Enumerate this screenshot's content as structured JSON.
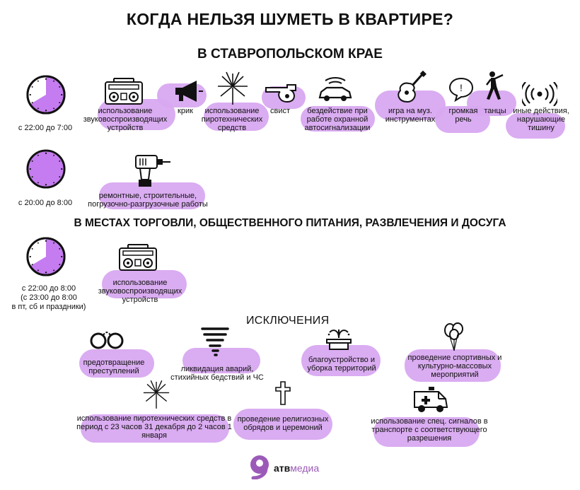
{
  "title": "КОГДА НЕЛЬЗЯ ШУМЕТЬ В КВАРТИРЕ?",
  "region": "В СТАВРОПОЛЬСКОМ КРАЕ",
  "rows": {
    "night": {
      "time": "с 22:00 до 7:00",
      "items": [
        {
          "label": "использование звуковоспроизводящих устройств",
          "icon": "boombox-icon"
        },
        {
          "label": "крик",
          "icon": "megaphone-icon"
        },
        {
          "label": "использование пиротехнических средств",
          "icon": "fireworks-icon"
        },
        {
          "label": "свист",
          "icon": "whistle-icon"
        },
        {
          "label": "бездействие при работе охранной автосигнализации",
          "icon": "car-alarm-icon"
        },
        {
          "label": "игра на муз. инструментах",
          "icon": "guitar-icon"
        },
        {
          "label": "громкая речь",
          "icon": "speech-bubble-icon"
        },
        {
          "label": "танцы",
          "icon": "dancer-icon"
        },
        {
          "label": "иные действия, нарушающие тишину",
          "icon": "signal-icon"
        }
      ]
    },
    "repair": {
      "time": "с 20:00 до 8:00",
      "label": "ремонтные, строительные, погрузочно-разгрузочные работы",
      "icon": "drill-icon"
    },
    "public": {
      "heading": "В МЕСТАХ ТОРГОВЛИ, ОБЩЕСТВЕННОГО ПИТАНИЯ, РАЗВЛЕЧЕНИЯ И ДОСУГА",
      "time_line1": "с 22:00 до 8:00",
      "time_line2": "(с 23:00 до 8:00",
      "time_line3": "в пт, сб и праздники)",
      "label": "использование звуковоспроизводящих устройств",
      "icon": "boombox-icon"
    }
  },
  "exceptions": {
    "heading": "ИСКЛЮЧЕНИЯ",
    "items": [
      {
        "label": "предотвращение преступлений",
        "icon": "handcuffs-icon"
      },
      {
        "label": "ликвидация аварий, стихийных бедствий и ЧС",
        "icon": "tornado-icon"
      },
      {
        "label": "благоустройство и уборка территорий",
        "icon": "fountain-icon"
      },
      {
        "label": "проведение спортивных и культурно-массовых мероприятий",
        "icon": "balloons-icon"
      },
      {
        "label": "использование пиротехнических средств в период с 23 часов 31 декабря до 2 часов 1 января",
        "icon": "fireworks-icon"
      },
      {
        "label": "проведение религиозных обрядов и церемоний",
        "icon": "cross-icon"
      },
      {
        "label": "использование спец. сигналов в транспорте с соответствующего разрешения",
        "icon": "ambulance-icon"
      }
    ]
  },
  "logo": {
    "text_bold": "атв",
    "text_light": "медиа"
  },
  "colors": {
    "accent": "#d8a8f0",
    "clock_fill": "#c57cf0",
    "ink": "#111111"
  }
}
